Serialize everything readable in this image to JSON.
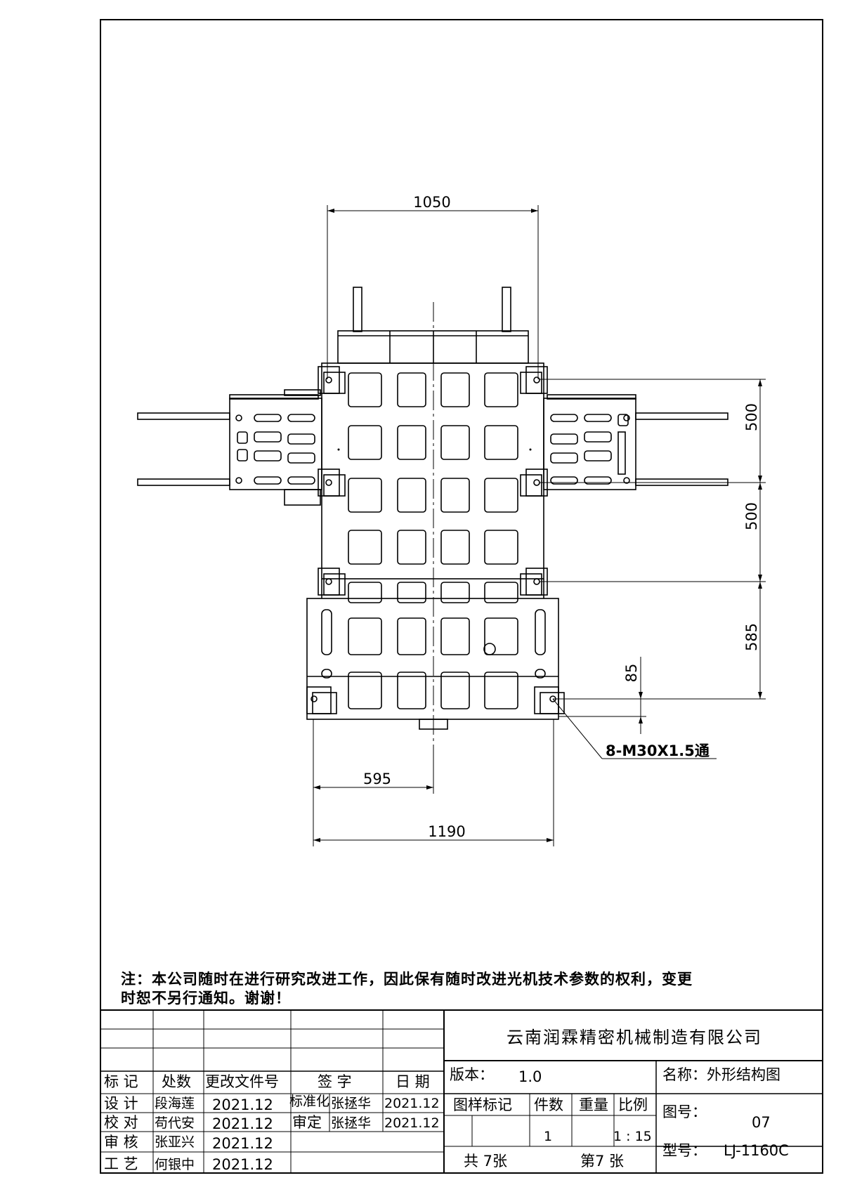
{
  "dimensions": {
    "width_top": "1050",
    "pitch_1": "500",
    "pitch_2": "500",
    "pitch_3": "585",
    "offset_85": "85",
    "half_width": "595",
    "width_bottom": "1190",
    "hole_callout": "8-M30X1.5通"
  },
  "note": {
    "line1": "注：本公司随时在进行研究改进工作，因此保有随时改进光机技术参数的权利，变更",
    "line2": "时恕不另行通知。谢谢！"
  },
  "title_block": {
    "company": "云南润霖精密机械制造有限公司",
    "version_label": "版本：",
    "version_value": "1.0",
    "name_label": "名称：外形结构图",
    "drawing_no_label": "图号：",
    "drawing_no_value": "07",
    "model_label": "型号：",
    "model_value": "LJ-1160C",
    "headers": {
      "mark": "标 记",
      "zones": "处数",
      "change_doc": "更改文件号",
      "signature": "签 字",
      "date": "日 期",
      "sample_mark": "图样标记",
      "quantity": "件数",
      "weight": "重量",
      "scale": "比例"
    },
    "quantity_value": "1",
    "scale_value": "1 : 15",
    "sheets_total": "共 7张",
    "sheet_current": "第7 张",
    "rows": [
      {
        "role": "设 计",
        "person": "段海莲",
        "date": "2021.12"
      },
      {
        "role": "校 对",
        "person": "苟代安",
        "date": "2021.12"
      },
      {
        "role": "审 核",
        "person": "张亚兴",
        "date": "2021.12"
      },
      {
        "role": "工 艺",
        "person": "何银中",
        "date": "2021.12"
      }
    ],
    "approvals": [
      {
        "role": "标准化",
        "person": "张拯华",
        "date": "2021.12"
      },
      {
        "role": "审定",
        "person": "张拯华",
        "date": "2021.12"
      }
    ]
  }
}
